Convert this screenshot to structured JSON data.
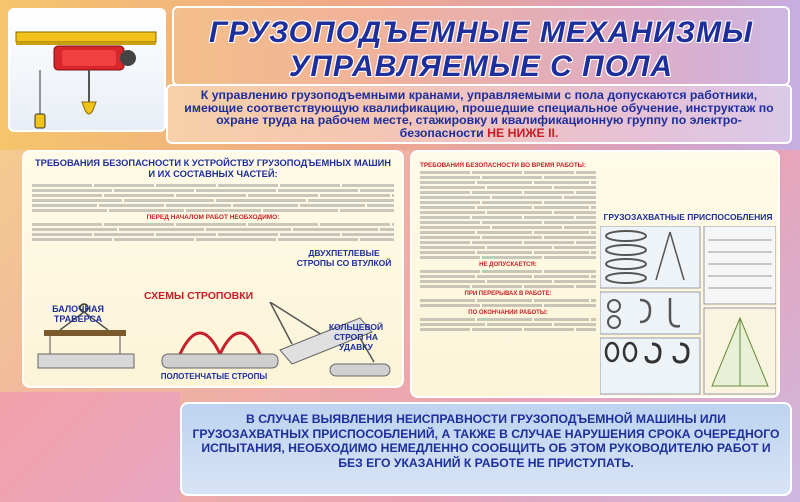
{
  "title": {
    "line1": "ГРУЗОПОДЪЕМНЫЕ МЕХАНИЗМЫ",
    "line2": "УПРАВЛЯЕМЫЕ С ПОЛА"
  },
  "intro": {
    "text": "К управлению грузоподъемными кранами, управляемыми с пола допускаются работники, имеющие соответствующую квалификацию, прошедшие специальное обучение, инструктаж по охране труда на рабочем месте, стажировку и квалификационную группу по электро-безопасности",
    "emphasis": "НЕ НИЖЕ II."
  },
  "left_panel": {
    "heading": "ТРЕБОВАНИЯ БЕЗОПАСНОСТИ К УСТРОЙСТВУ ГРУЗОПОДЪЕМНЫХ МАШИН И ИХ СОСТАВНЫХ ЧАСТЕЙ:",
    "before_work": "ПЕРЕД НАЧАЛОМ РАБОТ НЕОБХОДИМО:",
    "schemes_title": "СХЕМЫ СТРОПОВКИ",
    "labels": {
      "traverse": "БАЛОЧНАЯ ТРАВЕРСА",
      "towel": "ПОЛОТЕНЧАТЫЕ СТРОПЫ",
      "double_loop": "ДВУХПЕТЛЕВЫЕ СТРОПЫ СО ВТУЛКОЙ",
      "ring": "КОЛЬЦЕВОЙ СТРОП НА УДАВКУ"
    }
  },
  "right_panel": {
    "heading": "ТРЕБОВАНИЯ БЕЗОПАСНОСТИ ВО ВРЕМЯ РАБОТЫ:",
    "accessories_title": "ГРУЗОЗАХВАТНЫЕ ПРИСПОСОБЛЕНИЯ",
    "not_allowed": "НЕ ДОПУСКАЕТСЯ:",
    "breaks": "ПРИ ПЕРЕРЫВАХ В РАБОТЕ:",
    "end": "ПО ОКОНЧАНИИ РАБОТЫ:"
  },
  "bottom": {
    "text": "В СЛУЧАЕ ВЫЯВЛЕНИЯ НЕИСПРАВНОСТИ ГРУЗОПОДЪЕМНОЙ МАШИНЫ ИЛИ ГРУЗОЗАХВАТНЫХ ПРИСПОСОБЛЕНИЙ, А ТАКЖЕ В СЛУЧАЕ НАРУШЕНИЯ СРОКА ОЧЕРЕДНОГО ИСПЫТАНИЯ, НЕОБХОДИМО НЕМЕДЛЕННО СООБЩИТЬ ОБ ЭТОМ РУКОВОДИТЕЛЮ РАБОТ И БЕЗ ЕГО УКАЗАНИЙ К РАБОТЕ НЕ ПРИСТУПАТЬ."
  },
  "colors": {
    "title_blue": "#1e2f9c",
    "accent_red": "#c8202a",
    "hoist_red": "#d8262a",
    "hoist_yellow": "#f2c21a"
  }
}
